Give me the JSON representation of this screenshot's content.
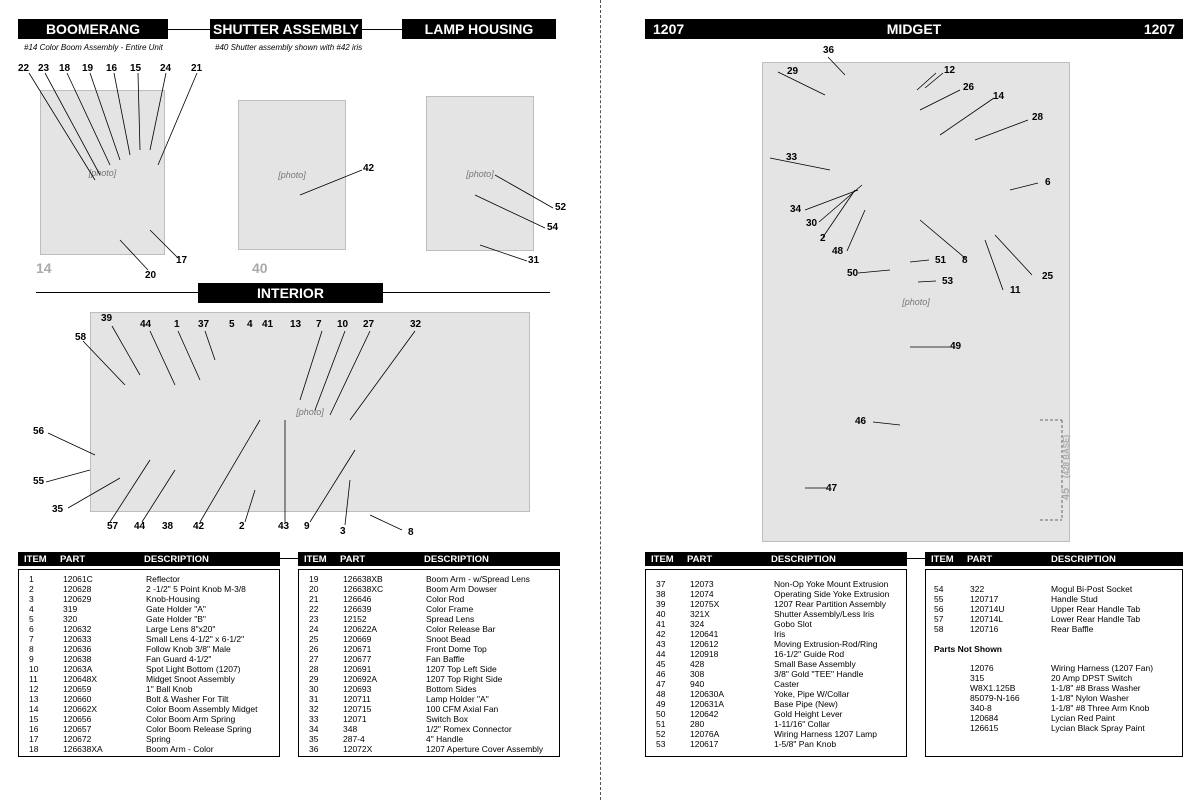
{
  "left_page": {
    "headers": {
      "boomerang": "BOOMERANG",
      "shutter": "SHUTTER ASSEMBLY",
      "lamp": "LAMP HOUSING",
      "interior": "INTERIOR"
    },
    "captions": {
      "boomerang": "#14 Color Boom Assembly - Entire Unit",
      "shutter": "#40 Shutter assembly shown with #42 iris"
    },
    "big_numbers": {
      "boomerang": "14",
      "shutter": "40"
    },
    "callouts": {
      "boomerang": [
        "22",
        "23",
        "18",
        "19",
        "16",
        "15",
        "24",
        "21",
        "17",
        "20"
      ],
      "shutter": [
        "42"
      ],
      "lamp": [
        "52",
        "54",
        "31"
      ],
      "interior": [
        "39",
        "58",
        "44",
        "1",
        "37",
        "5",
        "4",
        "41",
        "13",
        "7",
        "10",
        "27",
        "32",
        "56",
        "55",
        "35",
        "57",
        "44",
        "38",
        "42",
        "2",
        "43",
        "9",
        "3",
        "8"
      ]
    },
    "table_headers": {
      "item": "ITEM",
      "part": "PART",
      "description": "DESCRIPTION"
    },
    "table1": [
      [
        "1",
        "12061C",
        "Reflector"
      ],
      [
        "2",
        "120628",
        "2 -1/2\" 5 Point Knob M-3/8"
      ],
      [
        "3",
        "120629",
        "Knob-Housing"
      ],
      [
        "4",
        "319",
        "Gate Holder \"A\""
      ],
      [
        "5",
        "320",
        "Gate Holder \"B\""
      ],
      [
        "6",
        "120632",
        "Large Lens 8\"x20\""
      ],
      [
        "7",
        "120633",
        "Small Lens 4-1/2\" x 6-1/2\""
      ],
      [
        "8",
        "120636",
        "Follow Knob 3/8\" Male"
      ],
      [
        "9",
        "120638",
        "Fan Guard 4-1/2\""
      ],
      [
        "10",
        "12063A",
        "Spot Light Bottom (1207)"
      ],
      [
        "11",
        "120648X",
        "Midget Snoot Assembly"
      ],
      [
        "12",
        "120659",
        "1\" Ball Knob"
      ],
      [
        "13",
        "120660",
        "Bolt & Washer For Tilt"
      ],
      [
        "14",
        "120662X",
        "Color Boom Assembly Midget"
      ],
      [
        "15",
        "120656",
        "Color Boom Arm Spring"
      ],
      [
        "16",
        "120657",
        "Color Boom Release Spring"
      ],
      [
        "17",
        "120672",
        "Spring"
      ],
      [
        "18",
        "126638XA",
        "Boom Arm - Color"
      ]
    ],
    "table2": [
      [
        "19",
        "126638XB",
        "Boom Arm - w/Spread Lens"
      ],
      [
        "20",
        "126638XC",
        "Boom Arm Dowser"
      ],
      [
        "21",
        "126646",
        "Color Rod"
      ],
      [
        "22",
        "126639",
        "Color Frame"
      ],
      [
        "23",
        "12152",
        "Spread Lens"
      ],
      [
        "24",
        "120622A",
        "Color Release Bar"
      ],
      [
        "25",
        "120669",
        "Snoot Bead"
      ],
      [
        "26",
        "120671",
        "Front Dome Top"
      ],
      [
        "27",
        "120677",
        "Fan Baffle"
      ],
      [
        "28",
        "120691",
        "1207 Top Left Side"
      ],
      [
        "29",
        "120692A",
        "1207 Top Right Side"
      ],
      [
        "30",
        "120693",
        "Bottom Sides"
      ],
      [
        "31",
        "120711",
        "Lamp Holder \"A\""
      ],
      [
        "32",
        "120715",
        "100 CFM Axial Fan"
      ],
      [
        "33",
        "12071",
        "Switch Box"
      ],
      [
        "34",
        "348",
        "1/2\" Romex Connector"
      ],
      [
        "35",
        "287-4",
        "4\" Handle"
      ],
      [
        "36",
        "12072X",
        "1207 Aperture Cover Assembly"
      ]
    ]
  },
  "right_page": {
    "header": {
      "left_num": "1207",
      "title": "MIDGET",
      "right_num": "1207"
    },
    "callouts": [
      "36",
      "29",
      "12",
      "26",
      "14",
      "28",
      "33",
      "6",
      "34",
      "30",
      "2",
      "48",
      "8",
      "25",
      "11",
      "50",
      "51",
      "53",
      "49",
      "46",
      "47"
    ],
    "base_note_num": "45",
    "base_note_text": "(428 BASE)",
    "table3": [
      [
        "37",
        "12073",
        "Non-Op Yoke Mount Extrusion"
      ],
      [
        "38",
        "12074",
        "Operating Side Yoke Extrusion"
      ],
      [
        "39",
        "12075X",
        "1207 Rear Partition Assembly"
      ],
      [
        "40",
        "321X",
        "Shutter Assembly/Less Iris"
      ],
      [
        "41",
        "324",
        "Gobo Slot"
      ],
      [
        "42",
        "120641",
        "Iris"
      ],
      [
        "43",
        "120612",
        "Moving Extrusion-Rod/Ring"
      ],
      [
        "44",
        "120918",
        "16-1/2\" Guide Rod"
      ],
      [
        "45",
        "428",
        "Small Base Assembly"
      ],
      [
        "46",
        "308",
        "3/8\" Gold \"TEE\" Handle"
      ],
      [
        "47",
        "940",
        "Caster"
      ],
      [
        "48",
        "120630A",
        "Yoke, Pipe W/Collar"
      ],
      [
        "49",
        "120631A",
        "Base Pipe (New)"
      ],
      [
        "50",
        "120642",
        "Gold Height Lever"
      ],
      [
        "51",
        "280",
        "1-11/16\" Collar"
      ],
      [
        "52",
        "12076A",
        "Wiring Harness 1207 Lamp"
      ],
      [
        "53",
        "120617",
        "1-5/8\" Pan Knob"
      ]
    ],
    "table4": [
      [
        "54",
        "322",
        "Mogul Bi-Post Socket"
      ],
      [
        "55",
        "120717",
        "Handle Stud"
      ],
      [
        "56",
        "120714U",
        "Upper Rear Handle Tab"
      ],
      [
        "57",
        "120714L",
        "Lower Rear Handle Tab"
      ],
      [
        "58",
        "120716",
        "Rear Baffle"
      ]
    ],
    "parts_not_shown_label": "Parts Not Shown",
    "parts_not_shown": [
      [
        "12076",
        "Wiring Harness (1207 Fan)"
      ],
      [
        "315",
        "20 Amp DPST Switch"
      ],
      [
        "W8X1.125B",
        "1-1/8\" #8 Brass Washer"
      ],
      [
        "85079-N-166",
        "1-1/8\" Nylon Washer"
      ],
      [
        "340-8",
        "1-1/8\" #8 Three Arm Knob"
      ],
      [
        "120684",
        "Lycian Red Paint"
      ],
      [
        "126615",
        "Lycian Black Spray Paint"
      ]
    ]
  }
}
